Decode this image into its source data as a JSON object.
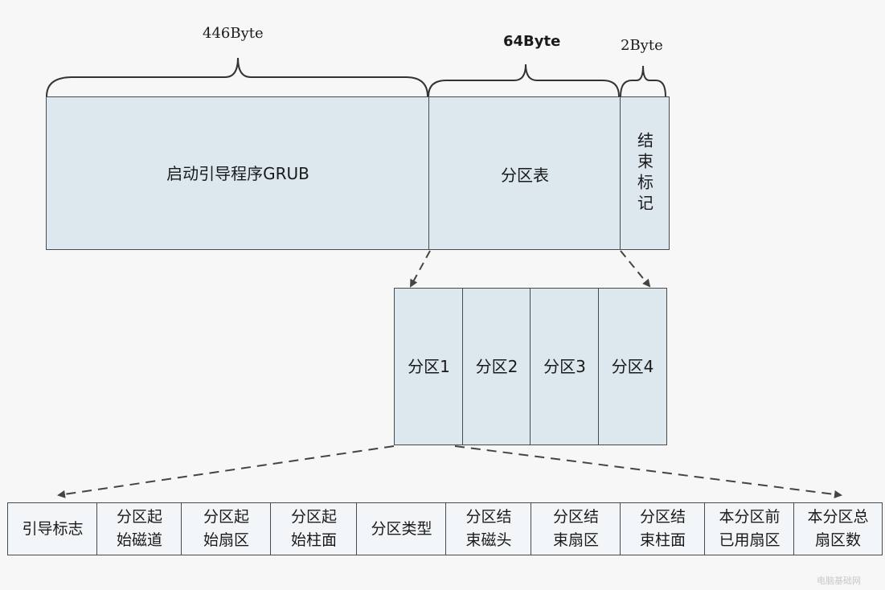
{
  "sizes": {
    "boot": "446Byte",
    "table": "64Byte",
    "end": "2Byte"
  },
  "mbr": {
    "boot_label": "启动引导程序GRUB",
    "table_label": "分区表",
    "end_label": "结束标记"
  },
  "partitions": [
    "分区1",
    "分区2",
    "分区3",
    "分区4"
  ],
  "fields": [
    "引导标志",
    "分区起\n始磁道",
    "分区起\n始扇区",
    "分区起\n始柱面",
    "分区类型",
    "分区结\n束磁头",
    "分区结\n束扇区",
    "分区结\n束柱面",
    "本分区前\n已用扇区",
    "本分区总\n扇区数"
  ],
  "watermark": "电脑基础网"
}
